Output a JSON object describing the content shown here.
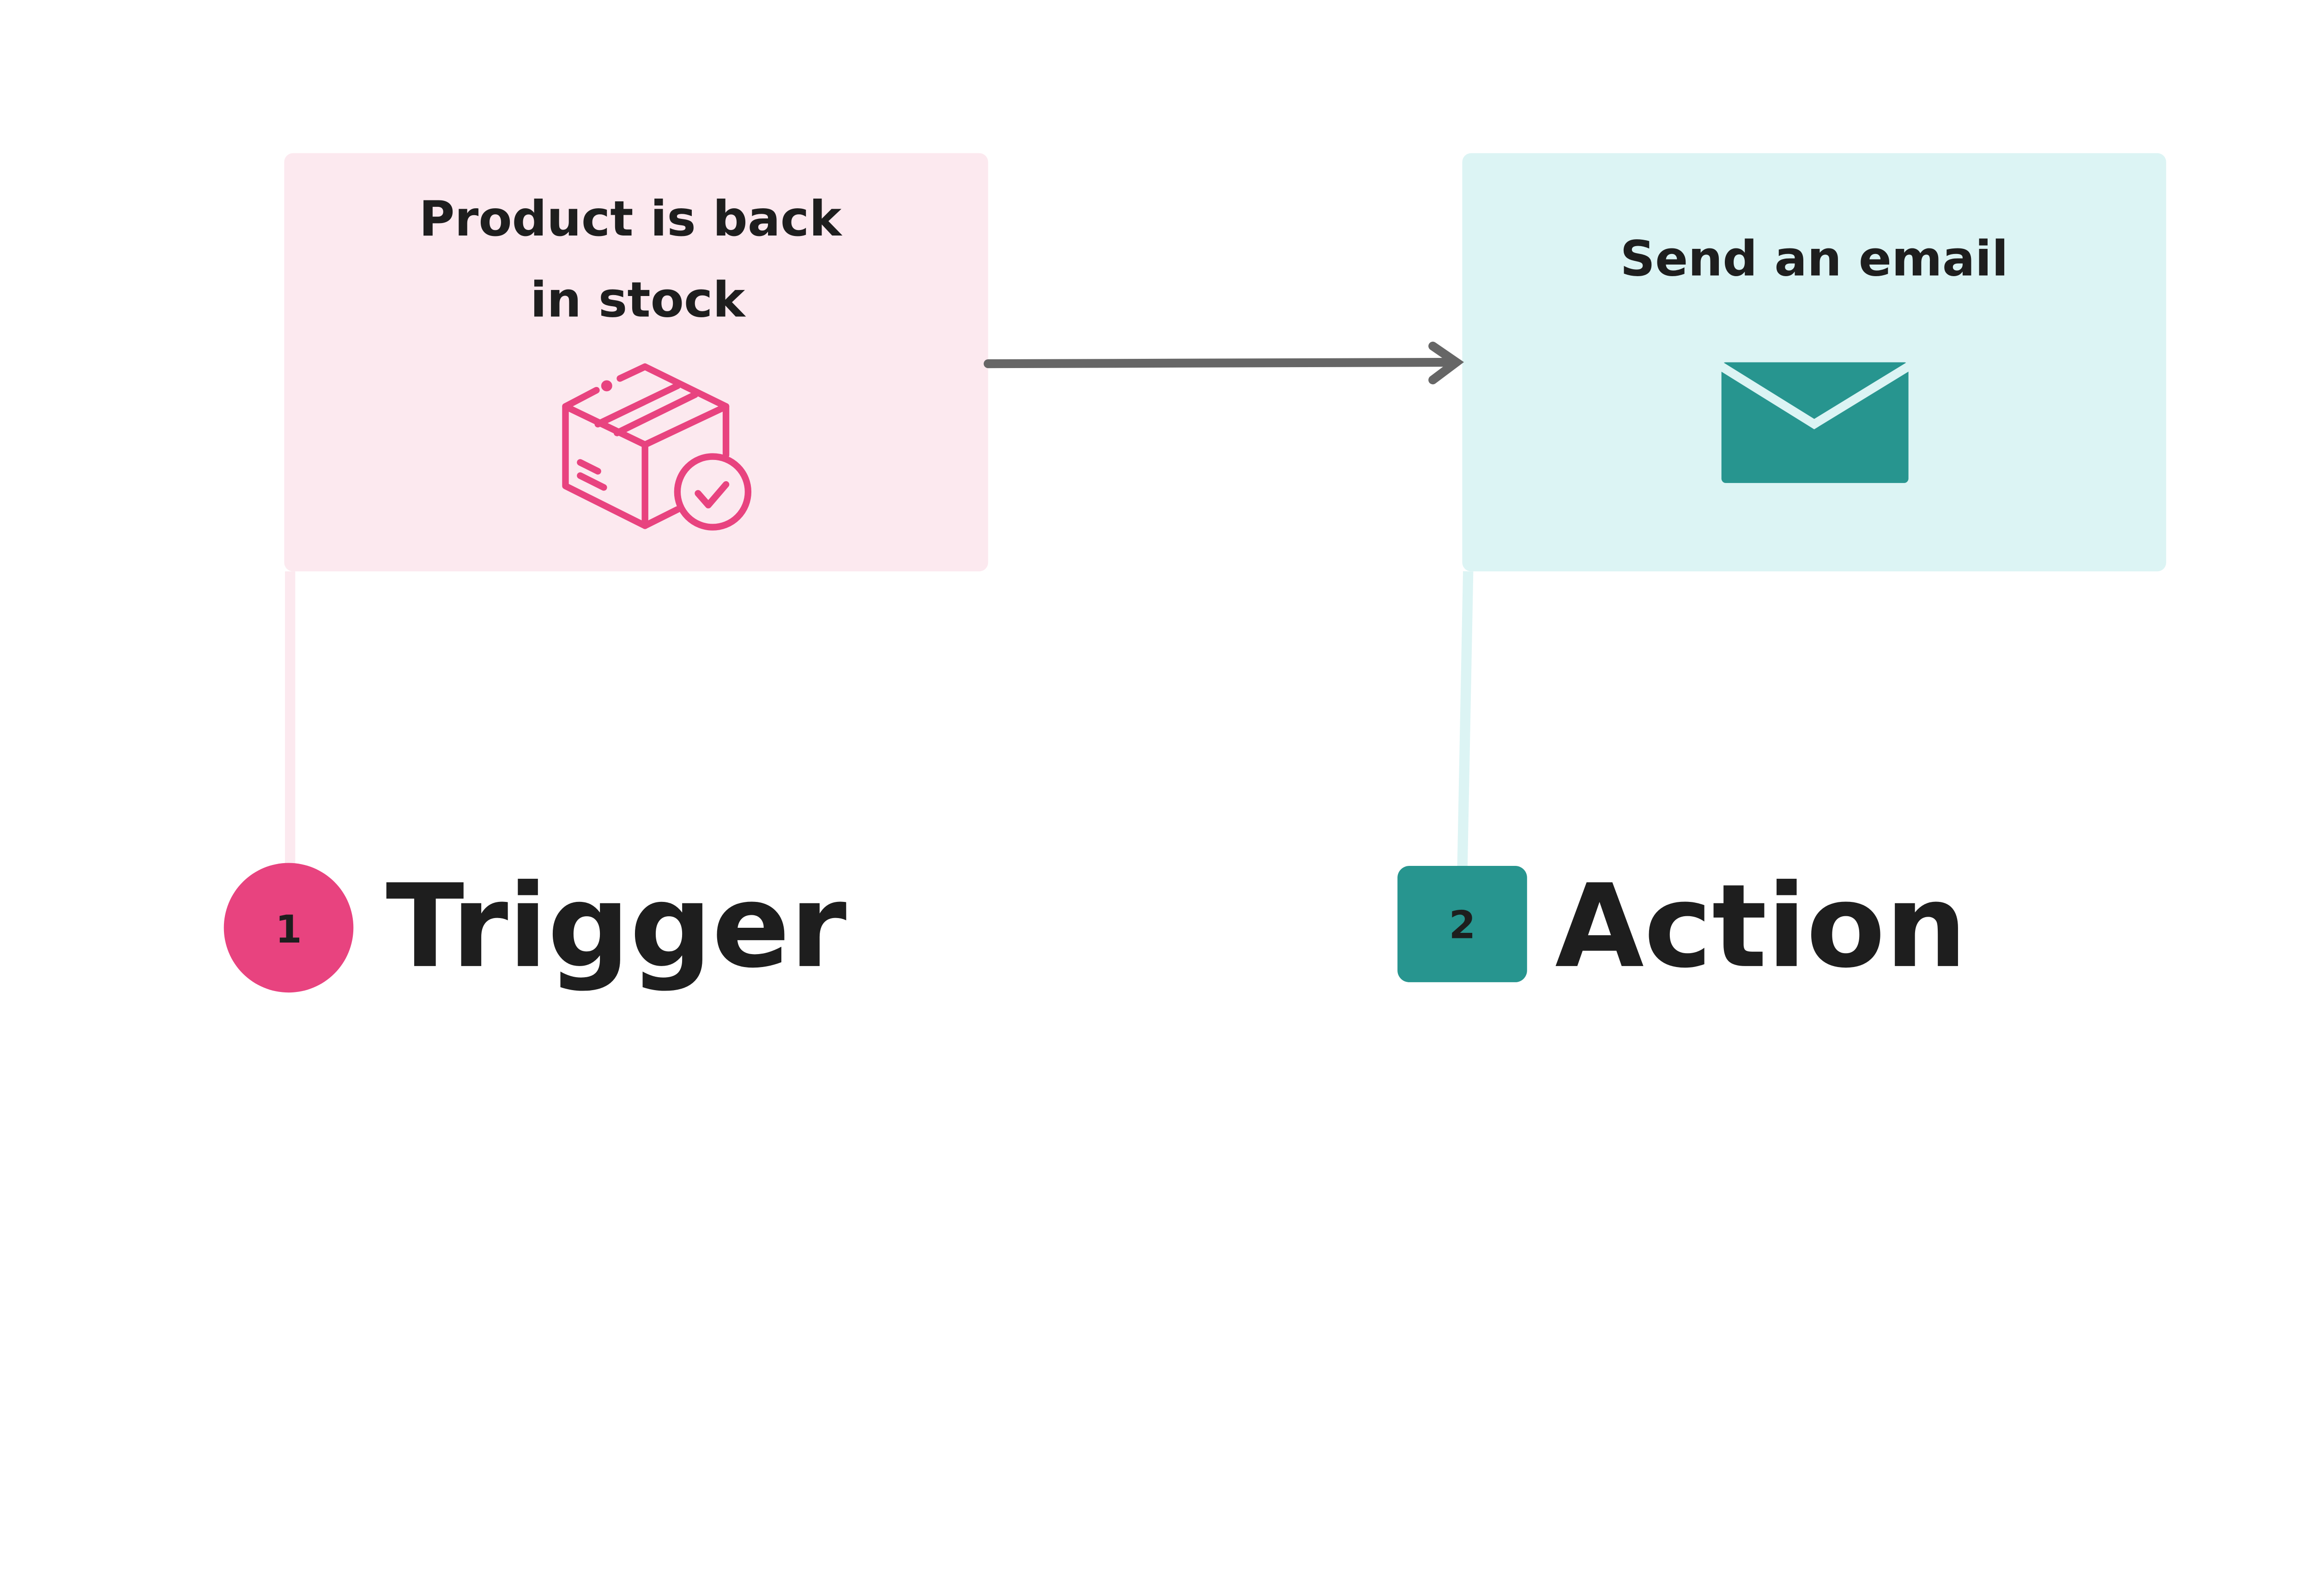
{
  "colors": {
    "trigger_fill": "#fce9ef",
    "trigger_accent": "#e8437f",
    "action_fill": "#dcf4f4",
    "action_accent": "#27958f",
    "arrow": "#666666",
    "text": "#1e1e1e"
  },
  "trigger": {
    "card_line1": "Product is back",
    "card_line2": "in stock",
    "icon": "package-check-icon",
    "badge": "1",
    "label": "Trigger"
  },
  "action": {
    "card_text": "Send an email",
    "icon": "envelope-icon",
    "badge": "2",
    "label": "Action"
  }
}
